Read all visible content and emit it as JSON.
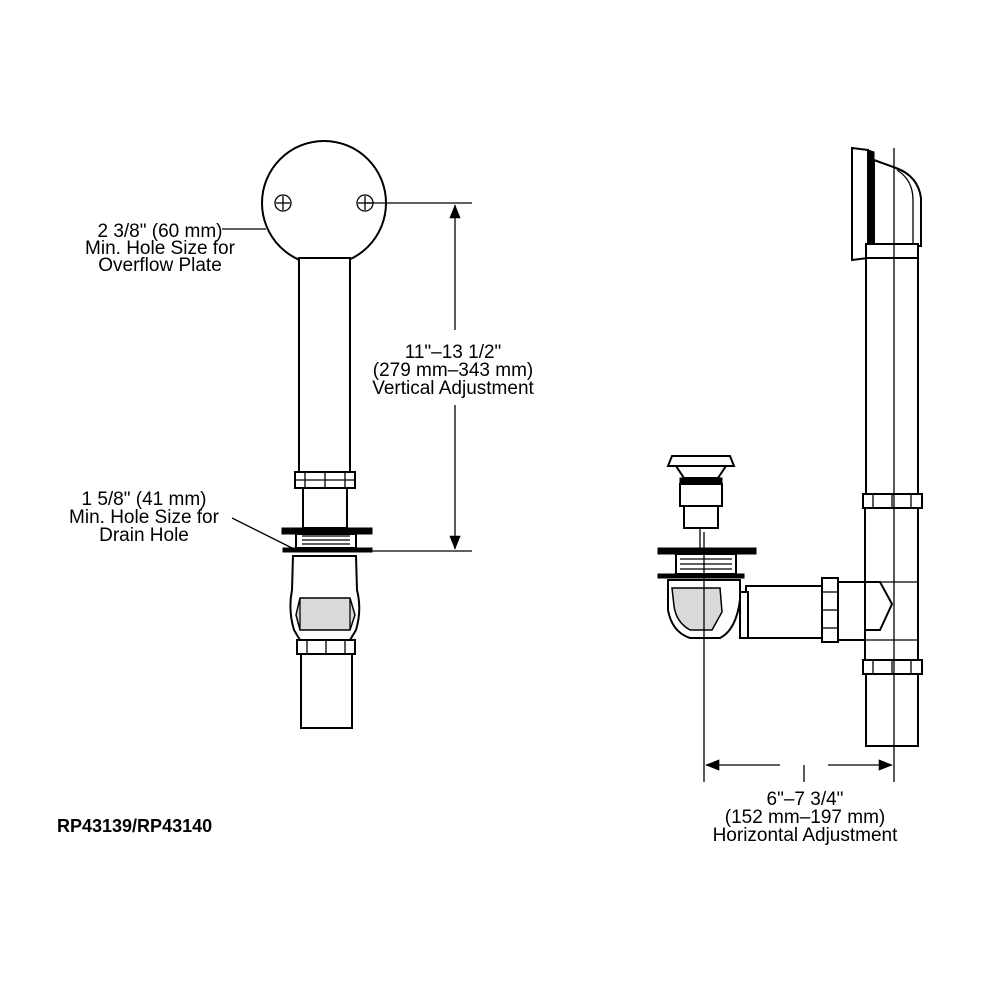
{
  "labels": {
    "overflow_line1": "2 3/8\" (60 mm)",
    "overflow_line2": "Min. Hole Size for",
    "overflow_line3": "Overflow Plate",
    "vertical_line1": "11\"–13 1/2\"",
    "vertical_line2": "(279 mm–343 mm)",
    "vertical_line3": "Vertical Adjustment",
    "drain_line1": "1 5/8\" (41 mm)",
    "drain_line2": "Min. Hole Size for",
    "drain_line3": "Drain Hole",
    "horizontal_line1": "6\"–7 3/4\"",
    "horizontal_line2": "(152 mm–197 mm)",
    "horizontal_line3": "Horizontal Adjustment",
    "model": "RP43139/RP43140"
  }
}
